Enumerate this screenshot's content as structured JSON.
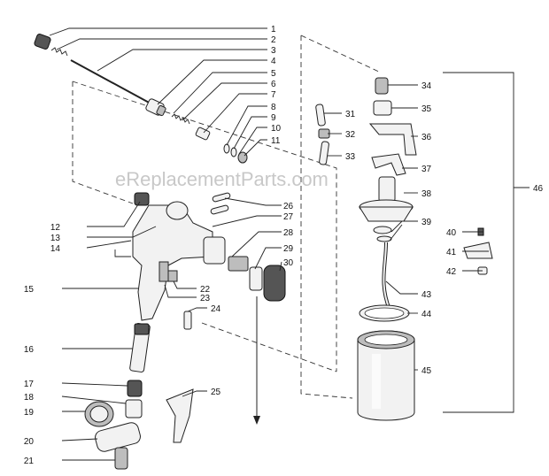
{
  "watermark": "eReplacementParts.com",
  "callouts": [
    "1",
    "2",
    "3",
    "4",
    "5",
    "6",
    "7",
    "8",
    "9",
    "10",
    "11",
    "12",
    "13",
    "14",
    "15",
    "16",
    "17",
    "18",
    "19",
    "20",
    "21",
    "22",
    "23",
    "24",
    "25",
    "26",
    "27",
    "28",
    "29",
    "30",
    "31",
    "32",
    "33",
    "34",
    "35",
    "36",
    "37",
    "38",
    "39",
    "40",
    "41",
    "42",
    "43",
    "44",
    "45",
    "46"
  ]
}
